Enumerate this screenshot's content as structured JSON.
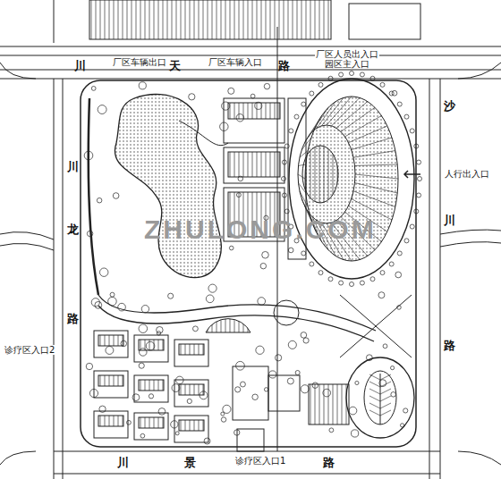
{
  "diagram": {
    "labels": [
      "厂区车辆出口",
      "厂区车辆入口",
      "厂区人员出入口",
      "园区主入口",
      "人行出入口",
      "诊疗区入口2",
      "诊疗区入口1",
      "川",
      "天",
      "路",
      "川",
      "龙",
      "路",
      "沙",
      "川",
      "路",
      "川",
      "景",
      "路",
      "ZHULONG.COM"
    ]
  }
}
